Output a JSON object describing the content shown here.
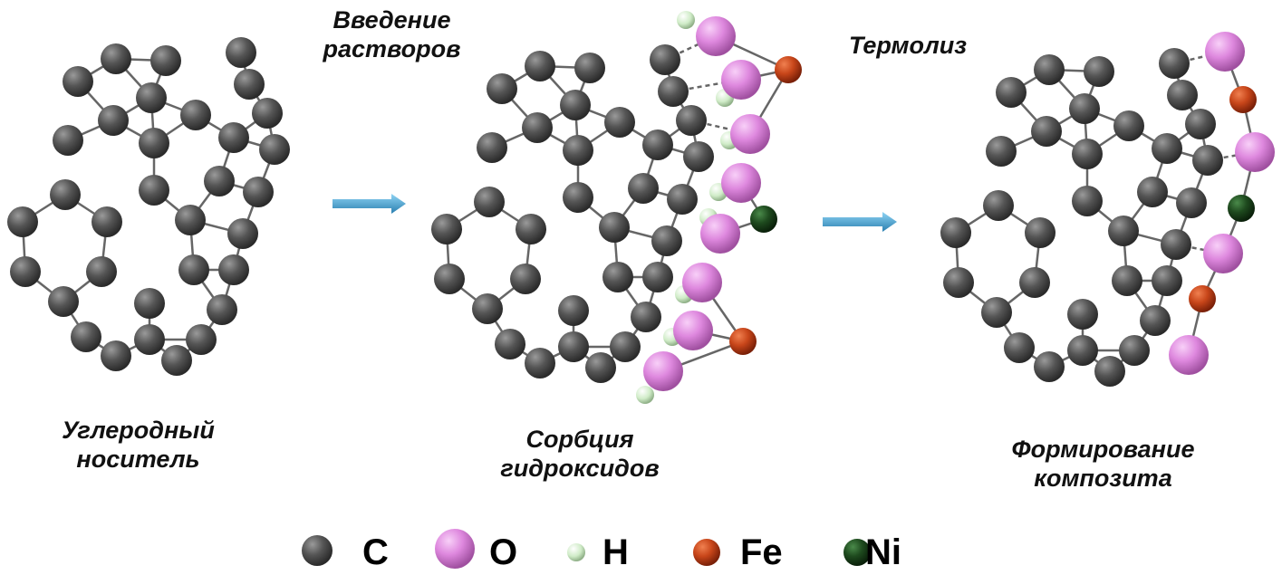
{
  "steps": {
    "carrier": {
      "line1": "Углеродный",
      "line2": "носитель"
    },
    "intro": {
      "line1": "Введение",
      "line2": "растворов"
    },
    "sorption": {
      "line1": "Сорбция",
      "line2": "гидроксидов"
    },
    "thermolysis": {
      "label": "Термолиз"
    },
    "composite": {
      "line1": "Формирование",
      "line2": "композита"
    }
  },
  "legend": [
    {
      "symbol": "C",
      "color": "#5a5a5a"
    },
    {
      "symbol": "O",
      "color": "#e08be0"
    },
    {
      "symbol": "H",
      "color": "#d8f0d0"
    },
    {
      "symbol": "Fe",
      "color": "#c8461a"
    },
    {
      "symbol": "Ni",
      "color": "#1e4a1e"
    }
  ],
  "colors": {
    "arrow": "#3aa6d6",
    "bond": "#666666"
  }
}
